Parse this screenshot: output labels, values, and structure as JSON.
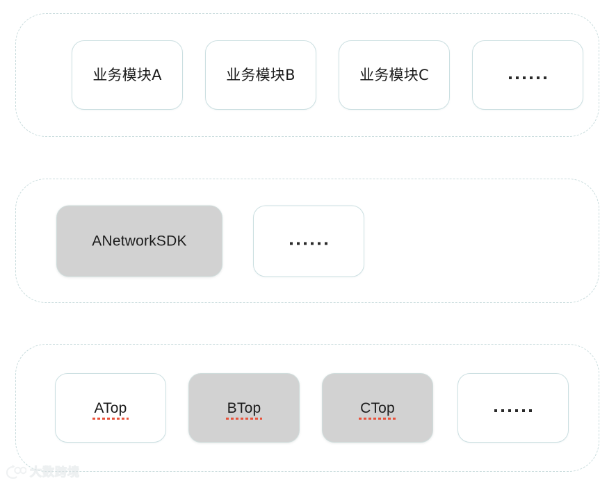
{
  "diagram": {
    "type": "layered-architecture",
    "title": "",
    "background_color": "#ffffff",
    "layer_border_color": "#c9dcdd",
    "node_border_color": "#cbdfe1",
    "node_fill_white": "#ffffff",
    "node_fill_gray": "#d2d2d2",
    "misspelled_underline_color": "#e8513a",
    "layers": [
      {
        "name": "business-layer",
        "nodes": [
          {
            "label": "业务模块A",
            "fill": "white",
            "script": "cjk",
            "misspelled": false,
            "is_ellipsis": false
          },
          {
            "label": "业务模块B",
            "fill": "white",
            "script": "cjk",
            "misspelled": false,
            "is_ellipsis": false
          },
          {
            "label": "业务模块C",
            "fill": "white",
            "script": "cjk",
            "misspelled": false,
            "is_ellipsis": false
          },
          {
            "label": "......",
            "fill": "white",
            "script": "latin",
            "misspelled": false,
            "is_ellipsis": true
          }
        ]
      },
      {
        "name": "sdk-layer",
        "nodes": [
          {
            "label": "ANetworkSDK",
            "fill": "gray",
            "script": "latin",
            "misspelled": false,
            "is_ellipsis": false
          },
          {
            "label": "......",
            "fill": "white",
            "script": "latin",
            "misspelled": false,
            "is_ellipsis": true
          }
        ]
      },
      {
        "name": "protocol-layer",
        "nodes": [
          {
            "label": "ATop",
            "fill": "white",
            "script": "latin",
            "misspelled": true,
            "is_ellipsis": false
          },
          {
            "label": "BTop",
            "fill": "gray",
            "script": "latin",
            "misspelled": true,
            "is_ellipsis": false
          },
          {
            "label": "CTop",
            "fill": "gray",
            "script": "latin",
            "misspelled": true,
            "is_ellipsis": false
          },
          {
            "label": "......",
            "fill": "white",
            "script": "latin",
            "misspelled": false,
            "is_ellipsis": true
          }
        ]
      }
    ]
  },
  "watermark": {
    "text": "大数跨境",
    "logo_name": "panda-glasses-logo"
  }
}
